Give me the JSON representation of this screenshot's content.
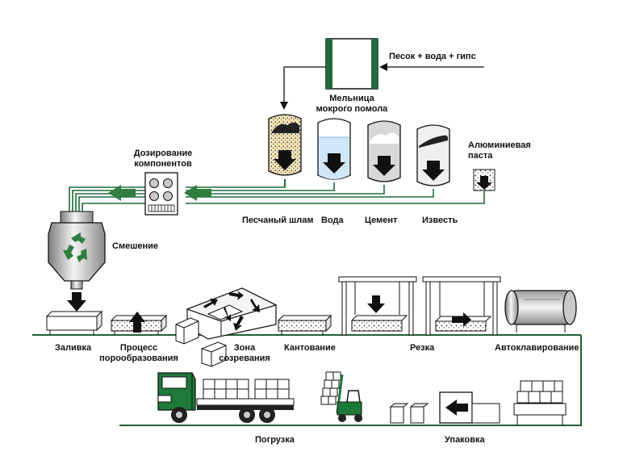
{
  "colors": {
    "pipe_green": "#1f6b3a",
    "arrow_green": "#2f7d3f",
    "truck_green": "#1d7a3a",
    "line_green": "#1f5f34",
    "sand_fill": "#f5e6b8",
    "water_fill": "#cfe6f7",
    "cement_fill": "#d8d8d8",
    "lime_fill": "#eeeeee",
    "dark": "#111111"
  },
  "labels": {
    "mill_input": "Песок + вода + гипс",
    "mill_line1": "Мельница",
    "mill_line2": "мокрого помола",
    "dosing_line1": "Дозирование",
    "dosing_line2": "компонентов",
    "aluminum_line1": "Алюминиевая",
    "aluminum_line2": "паста",
    "sand_slurry": "Песчаный шлам",
    "water": "Вода",
    "cement": "Цемент",
    "lime": "Известь",
    "mixing": "Смешение",
    "pouring": "Заливка",
    "pore_line1": "Процесс",
    "pore_line2": "порообразования",
    "maturing_line1": "Зона",
    "maturing_line2": "созревания",
    "tilting": "Кантование",
    "cutting": "Резка",
    "autoclaving": "Автоклавирование",
    "loading": "Погрузка",
    "packing": "Упаковка"
  },
  "icons": [
    "tank-icon",
    "arrow-down-icon",
    "arrow-left-icon",
    "arrow-right-icon",
    "arrow-up-icon",
    "recycle-icon",
    "truck-icon",
    "forklift-icon",
    "autoclave-icon",
    "cutting-frame-icon",
    "gear-icon"
  ]
}
